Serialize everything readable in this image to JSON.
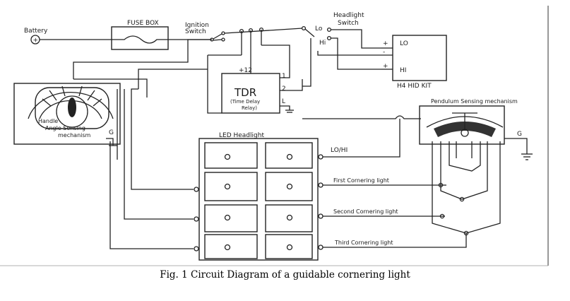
{
  "labels": {
    "battery": "Battery",
    "fuse_box": "FUSE BOX",
    "ignition_switch": [
      "Ignition",
      "Switch"
    ],
    "headlight_switch": [
      "Headlight",
      "Switch"
    ],
    "lo_switch": "Lo",
    "hi_switch": "Hi",
    "lo_lamp": "LO",
    "hi_lamp": "HI",
    "h4_hid_kit": "H4 HID KIT",
    "tdr": "TDR",
    "tdr_full": [
      "(Time Delay",
      "Relay)"
    ],
    "tdr_plus12": "+12",
    "tdr_pin1": "1",
    "tdr_pin2": "2",
    "tdr_pinL": "L",
    "handle_sensing": [
      "Handle",
      "Angle Sensing",
      "mechanism"
    ],
    "pendulum_sensing": "Pendulum Sensing mechanism",
    "led_headlight": "LED Headlight",
    "lo_hi": "LO/HI",
    "first_cornering": "First Cornering light",
    "second_cornering": "Second Cornering light",
    "third_cornering": "Third Cornering light",
    "ground": "G",
    "plus": "+",
    "minus": "-"
  },
  "caption": "Fig. 1 Circuit Diagram of a guidable cornering light"
}
